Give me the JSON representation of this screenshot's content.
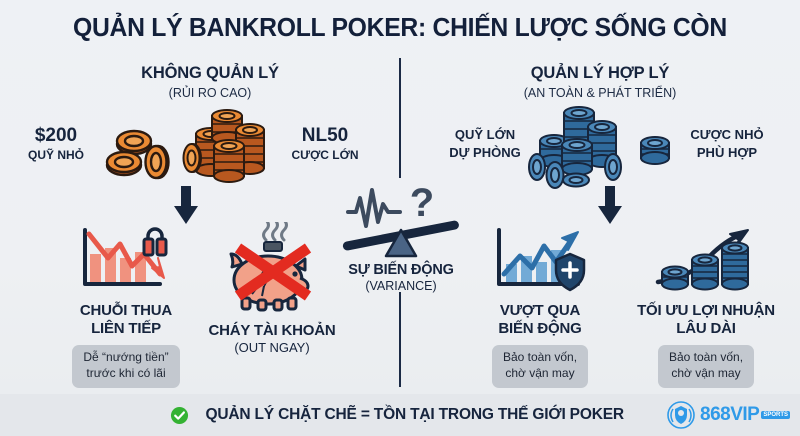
{
  "title": "QUẢN LÝ BANKROLL POKER: CHIẾN LƯỢC SỐNG CÒN",
  "colors": {
    "background": "#eef1f5",
    "ink": "#16243d",
    "orange_chip": "#e8862c",
    "blue_chip": "#4a87b8",
    "danger": "#e8594a",
    "success": "#34b233",
    "brand": "#2f9ae8",
    "pill": "#c3c8cf"
  },
  "columns": {
    "left": {
      "heading": "KHÔNG QUẢN LÝ",
      "subheading": "(RỦI RO CAO)"
    },
    "right": {
      "heading": "QUẢN LÝ HỢP LÝ",
      "subheading": "(AN TOÀN & PHÁT TRIỂN)"
    }
  },
  "money": {
    "bankroll_bad": {
      "amount": "$200",
      "label": "QUỸ NHỎ"
    },
    "stakes_bad": {
      "amount": "NL50",
      "label": "CƯỢC LỚN"
    },
    "bankroll_good": {
      "line1": "QUỸ LỚN",
      "line2": "DỰ PHÒNG"
    },
    "stakes_good": {
      "line1": "CƯỢC NHỎ",
      "line2": "PHÙ HỢP"
    }
  },
  "variance": {
    "title": "SỰ BIẾN ĐỘNG",
    "subtitle": "(VARIANCE)",
    "symbol": "?"
  },
  "outcomes": [
    {
      "id": "losing-streak",
      "icon": "declining-chart-broken-lock-icon",
      "title_line1": "CHUỖI THUA",
      "title_line2": "LIÊN TIẾP",
      "caption_line1": "Dễ “nướng tiền”",
      "caption_line2": "trước khi có lãi"
    },
    {
      "id": "bust-account",
      "icon": "broken-piggy-bank-icon",
      "title_line1": "CHÁY TÀI KHOẢN",
      "title_line2": "(OUT NGAY)",
      "caption_line1": "",
      "caption_line2": ""
    },
    {
      "id": "survive-variance",
      "icon": "rising-chart-shield-icon",
      "title_line1": "VƯỢT QUA",
      "title_line2": "BIẾN ĐỘNG",
      "caption_line1": "Bảo toàn vốn,",
      "caption_line2": "chờ vận may"
    },
    {
      "id": "long-term-profit",
      "icon": "growing-chip-stacks-arrow-icon",
      "title_line1": "TỐI ƯU LỢI NHUẬN",
      "title_line2": "LÂU DÀI",
      "caption_line1": "Bảo toàn vốn,",
      "caption_line2": "chờ vận may"
    }
  ],
  "footer": {
    "text": "QUẢN LÝ CHẶT CHẼ = TỒN TẠI TRONG THẾ GIỚI POKER",
    "brand_name": "868VIP",
    "brand_badge_line1": "SPORTS"
  }
}
